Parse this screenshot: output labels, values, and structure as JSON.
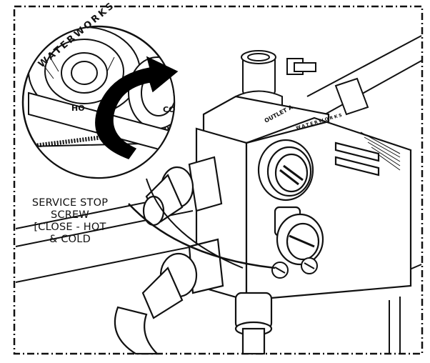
{
  "diagram": {
    "callout": {
      "lines": [
        "SERVICE STOP",
        "SCREW",
        "[CLOSE - HOT",
        "& COLD"
      ]
    },
    "valve_labels": {
      "brand_ring": "WATERWORKS",
      "ring_hot": "HO",
      "ring_cold": "CO",
      "outlet": "OUTLET A",
      "body_brand": "WATERWORKS"
    },
    "colors": {
      "line": "#111111",
      "background": "#ffffff",
      "arrow": "#000000"
    },
    "icons": [
      "rotate-arrow-icon"
    ]
  }
}
